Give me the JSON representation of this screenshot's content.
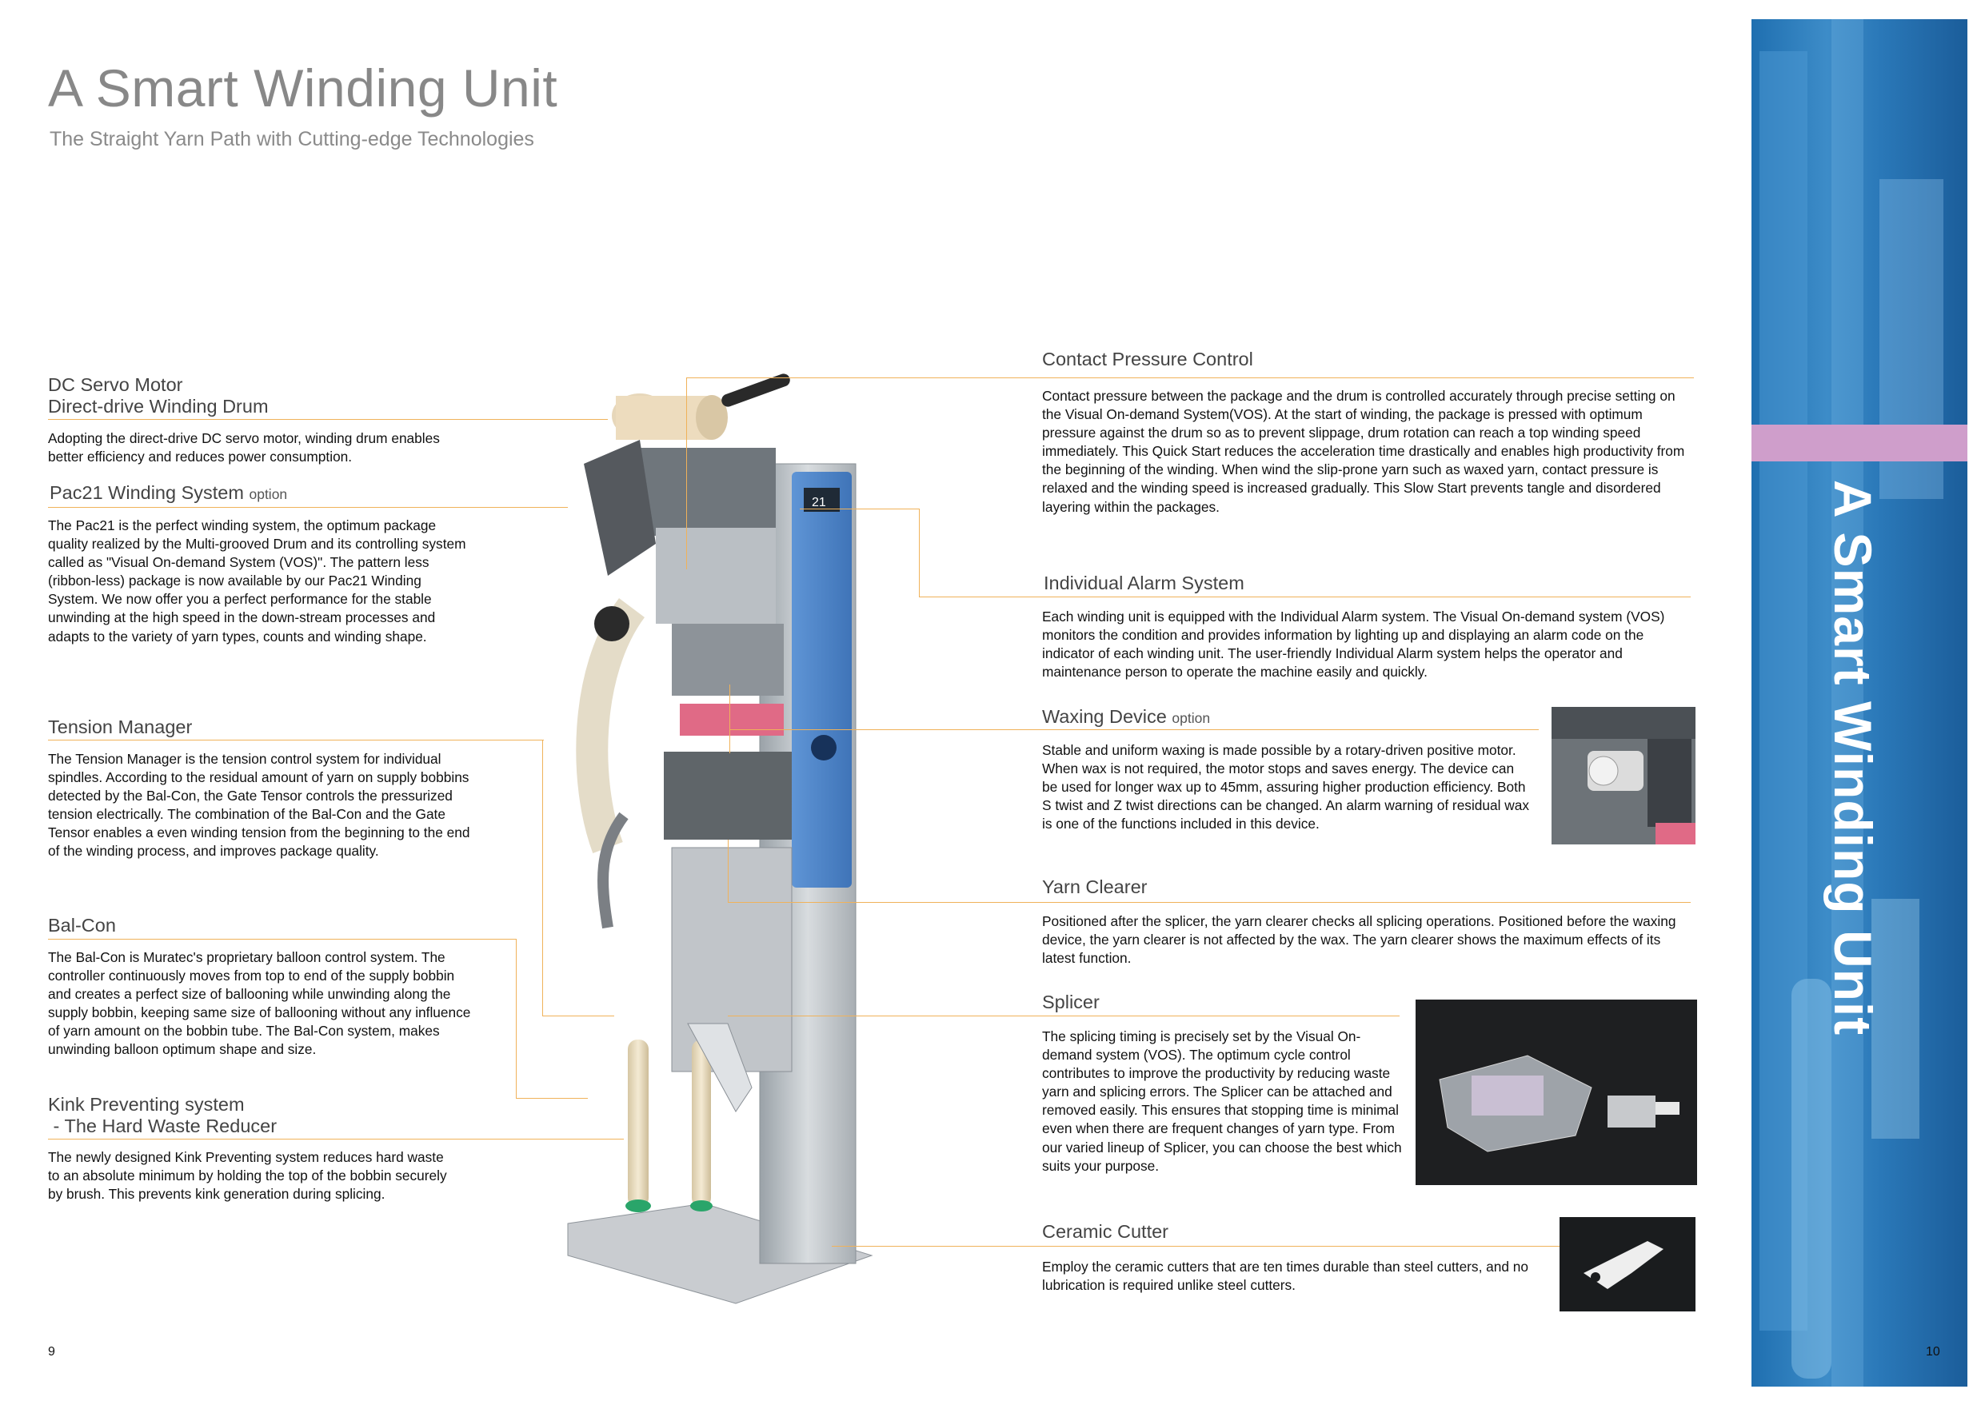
{
  "header": {
    "title": "A Smart Winding Unit",
    "subtitle": "The Straight Yarn Path with Cutting-edge Technologies"
  },
  "side_panel": {
    "vertical_title": "A Smart Winding Unit",
    "accent_color": "#cf9ecb",
    "panel_color": "#2a78b8"
  },
  "left": {
    "dc_servo": {
      "title_line1": "DC Servo Motor",
      "title_line2": "Direct-drive Winding Drum",
      "body": "Adopting the direct-drive DC servo motor, winding drum enables better efficiency and reduces power consumption."
    },
    "pac21": {
      "title": "Pac21 Winding System",
      "option": "option",
      "body": "The Pac21 is the perfect winding system, the optimum package quality realized by the Multi-grooved Drum and its controlling system called as \"Visual On-demand System (VOS)\". The pattern less (ribbon-less) package is now available by our Pac21 Winding System. We now offer you a perfect performance for the stable unwinding at the high speed in the down-stream processes and adapts to the variety of yarn types, counts and winding shape."
    },
    "tension": {
      "title": "Tension Manager",
      "body": "The Tension Manager is the tension control system for individual spindles. According to the residual amount of yarn on supply bobbins detected by the Bal-Con, the Gate Tensor controls the pressurized tension electrically. The combination of the Bal-Con and the Gate Tensor enables a even winding tension from the beginning to the end of the winding process, and improves package quality."
    },
    "balcon": {
      "title": "Bal-Con",
      "body": "The Bal-Con is Muratec's proprietary balloon control system. The controller continuously moves from top to end of the supply bobbin and creates a perfect size of ballooning while unwinding along the supply bobbin, keeping same size of ballooning without any influence of yarn amount on the bobbin tube. The Bal-Con system, makes unwinding balloon optimum shape and size."
    },
    "kink": {
      "title_line1": "Kink Preventing system",
      "title_line2": " - The Hard Waste Reducer",
      "body": "The newly designed Kink Preventing system reduces hard waste to an absolute minimum by holding the top of the bobbin securely by brush. This prevents kink generation during splicing."
    }
  },
  "right": {
    "contact": {
      "title": "Contact Pressure Control",
      "body": "Contact pressure between the package and the drum is controlled accurately through precise setting on the Visual On-demand System(VOS). At the start of winding, the package is pressed with optimum pressure against the drum so as to prevent slippage, drum rotation can reach a top winding speed immediately. This Quick Start reduces the acceleration time drastically and enables high productivity from the beginning of the winding. When wind the slip-prone yarn such as waxed yarn, contact pressure is relaxed and the winding speed is increased gradually. This Slow Start prevents tangle and disordered layering within the packages."
    },
    "alarm": {
      "title": "Individual Alarm System",
      "body": "Each winding unit is equipped with the Individual Alarm system. The Visual On-demand system (VOS) monitors the condition and provides information by lighting up and displaying an alarm code on the indicator of each winding unit. The user-friendly Individual Alarm system helps the operator and maintenance person to operate the machine easily and quickly."
    },
    "waxing": {
      "title": "Waxing Device",
      "option": "option",
      "body": "Stable and uniform waxing is made possible by a rotary-driven positive motor. When wax is not required, the motor stops and saves energy. The device can be used for longer wax up to 45mm, assuring higher production efficiency. Both S twist and Z twist directions can be changed. An alarm warning of residual wax is one of the functions included in this device."
    },
    "clearer": {
      "title": "Yarn Clearer",
      "body": "Positioned after the splicer, the yarn clearer checks all splicing operations. Positioned before the waxing device, the yarn clearer is not affected by the wax. The yarn clearer shows the maximum effects of its latest function."
    },
    "splicer": {
      "title": "Splicer",
      "body": "The splicing timing is precisely set by the Visual On-demand system (VOS). The optimum cycle control contributes to improve the productivity by reducing waste yarn and splicing errors. The Splicer can be attached and removed easily. This ensures that stopping time is minimal even when there are frequent changes of yarn type. From our varied lineup of Splicer, you can choose the best which suits your purpose."
    },
    "cutter": {
      "title": "Ceramic Cutter",
      "body": "Employ the ceramic cutters that are ten times durable than steel cutters, and no lubrication is required unlike steel cutters."
    }
  },
  "machine": {
    "panel_label": "21"
  },
  "footer": {
    "page_left": "9",
    "page_right": "10"
  }
}
